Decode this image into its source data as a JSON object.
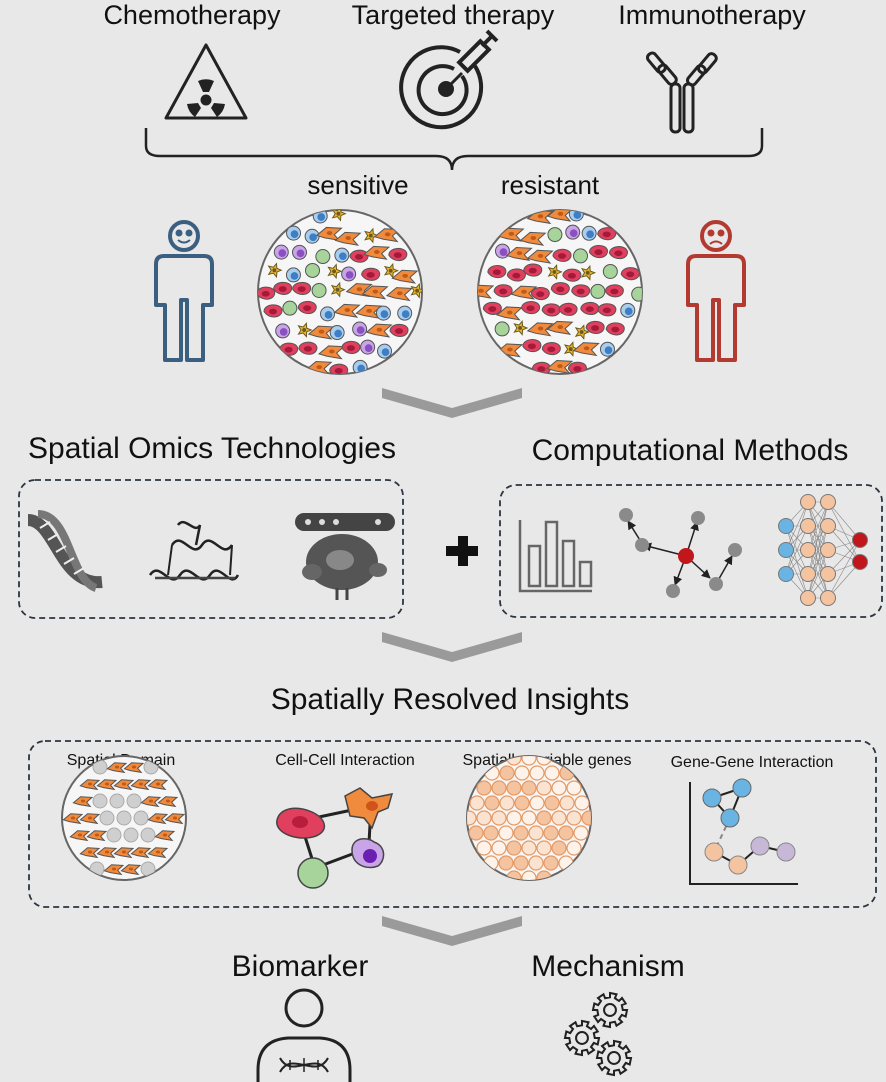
{
  "therapies": [
    {
      "label": "Chemotherapy",
      "icon": "radiation-hazard-icon"
    },
    {
      "label": "Targeted therapy",
      "icon": "target-syringe-icon"
    },
    {
      "label": "Immunotherapy",
      "icon": "antibody-icon"
    }
  ],
  "patients": {
    "sensitive_label": "sensitive",
    "resistant_label": "resistant",
    "sensitive_color": "#3b5f80",
    "resistant_color": "#b23a30"
  },
  "sections": {
    "spatial_omics_title": "Spatial Omics Technologies",
    "computational_title": "Computational Methods",
    "insights_title": "Spatially Resolved Insights"
  },
  "insights": [
    {
      "label": "Spatial Domain"
    },
    {
      "label": "Cell-Cell Interaction"
    },
    {
      "label": "Spatially variable genes"
    },
    {
      "label": "Gene-Gene Interaction"
    }
  ],
  "outcomes": {
    "biomarker_label": "Biomarker",
    "mechanism_label": "Mechanism"
  },
  "colors": {
    "background": "#e8e8e8",
    "tumor_cell": "#e0405e",
    "stromal_cell": "#f08a3c",
    "t_cell": "#6aa3d8",
    "macrophage": "#8a4fc0",
    "immune_green": "#a6d49a",
    "dendritic": "#e9b42e",
    "network_red": "#c0161c",
    "network_blue": "#6ab4e3",
    "network_peach": "#f4c3a0",
    "chevron": "#9a9a9a"
  }
}
